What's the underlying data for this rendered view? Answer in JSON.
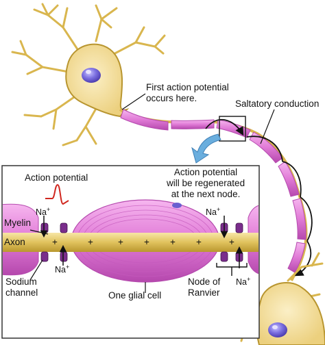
{
  "labels": {
    "first_ap_line1": "First action potential",
    "first_ap_line2": "occurs here.",
    "saltatory": "Saltatory conduction",
    "action_potential": "Action potential",
    "regen_line1": "Action potential",
    "regen_line2": "will be regenerated",
    "regen_line3": "at the next node.",
    "myelin": "Myelin",
    "axon": "Axon",
    "sodium_line1": "Sodium",
    "sodium_line2": "channel",
    "glial": "One glial cell",
    "node_line1": "Node of",
    "node_line2": "Ranvier",
    "na": "Na",
    "na_charge": "+",
    "plus": "+"
  },
  "colors": {
    "cell_body": "#f3dc97",
    "cell_outline": "#b8952f",
    "nucleus": "#7a6fd6",
    "myelin": "#e27fd8",
    "myelin_dark": "#b54aae",
    "axon": "#e3c768",
    "box_border": "#333333",
    "ap_curve": "#d0271f",
    "arrow": "#5aa0d8"
  }
}
